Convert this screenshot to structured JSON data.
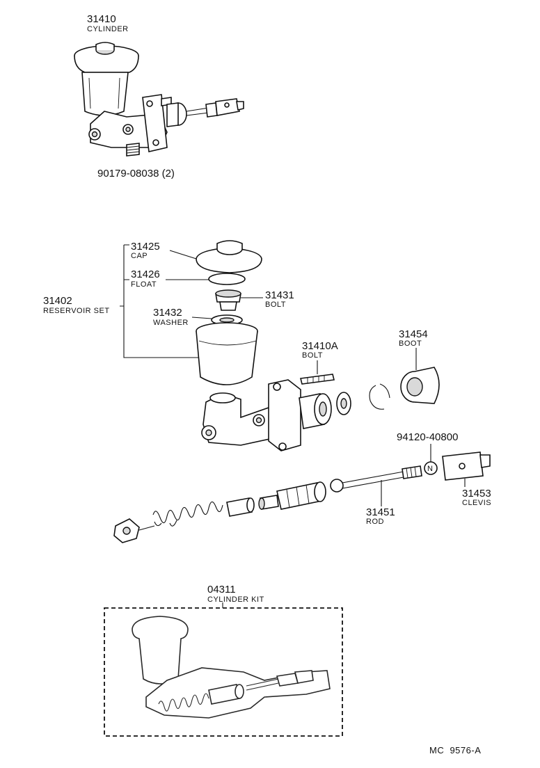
{
  "labels": {
    "p31410": {
      "number": "31410",
      "name": "CYLINDER"
    },
    "p90179": {
      "number": "90179-08038 (2)"
    },
    "p31425": {
      "number": "31425",
      "name": "CAP"
    },
    "p31426": {
      "number": "31426",
      "name": "FLOAT"
    },
    "p31402": {
      "number": "31402",
      "name": "RESERVOIR SET"
    },
    "p31431": {
      "number": "31431",
      "name": "BOLT"
    },
    "p31432": {
      "number": "31432",
      "name": "WASHER"
    },
    "p31410A": {
      "number": "31410A",
      "name": "BOLT"
    },
    "p31454": {
      "number": "31454",
      "name": "BOOT"
    },
    "p94120": {
      "number": "94120-40800"
    },
    "p31453": {
      "number": "31453",
      "name": "CLEVIS"
    },
    "p31451": {
      "number": "31451",
      "name": "ROD"
    },
    "p04311": {
      "number": "04311",
      "name": "CYLINDER KIT"
    }
  },
  "nut_marker": "N",
  "reference": "MC  9576-A"
}
